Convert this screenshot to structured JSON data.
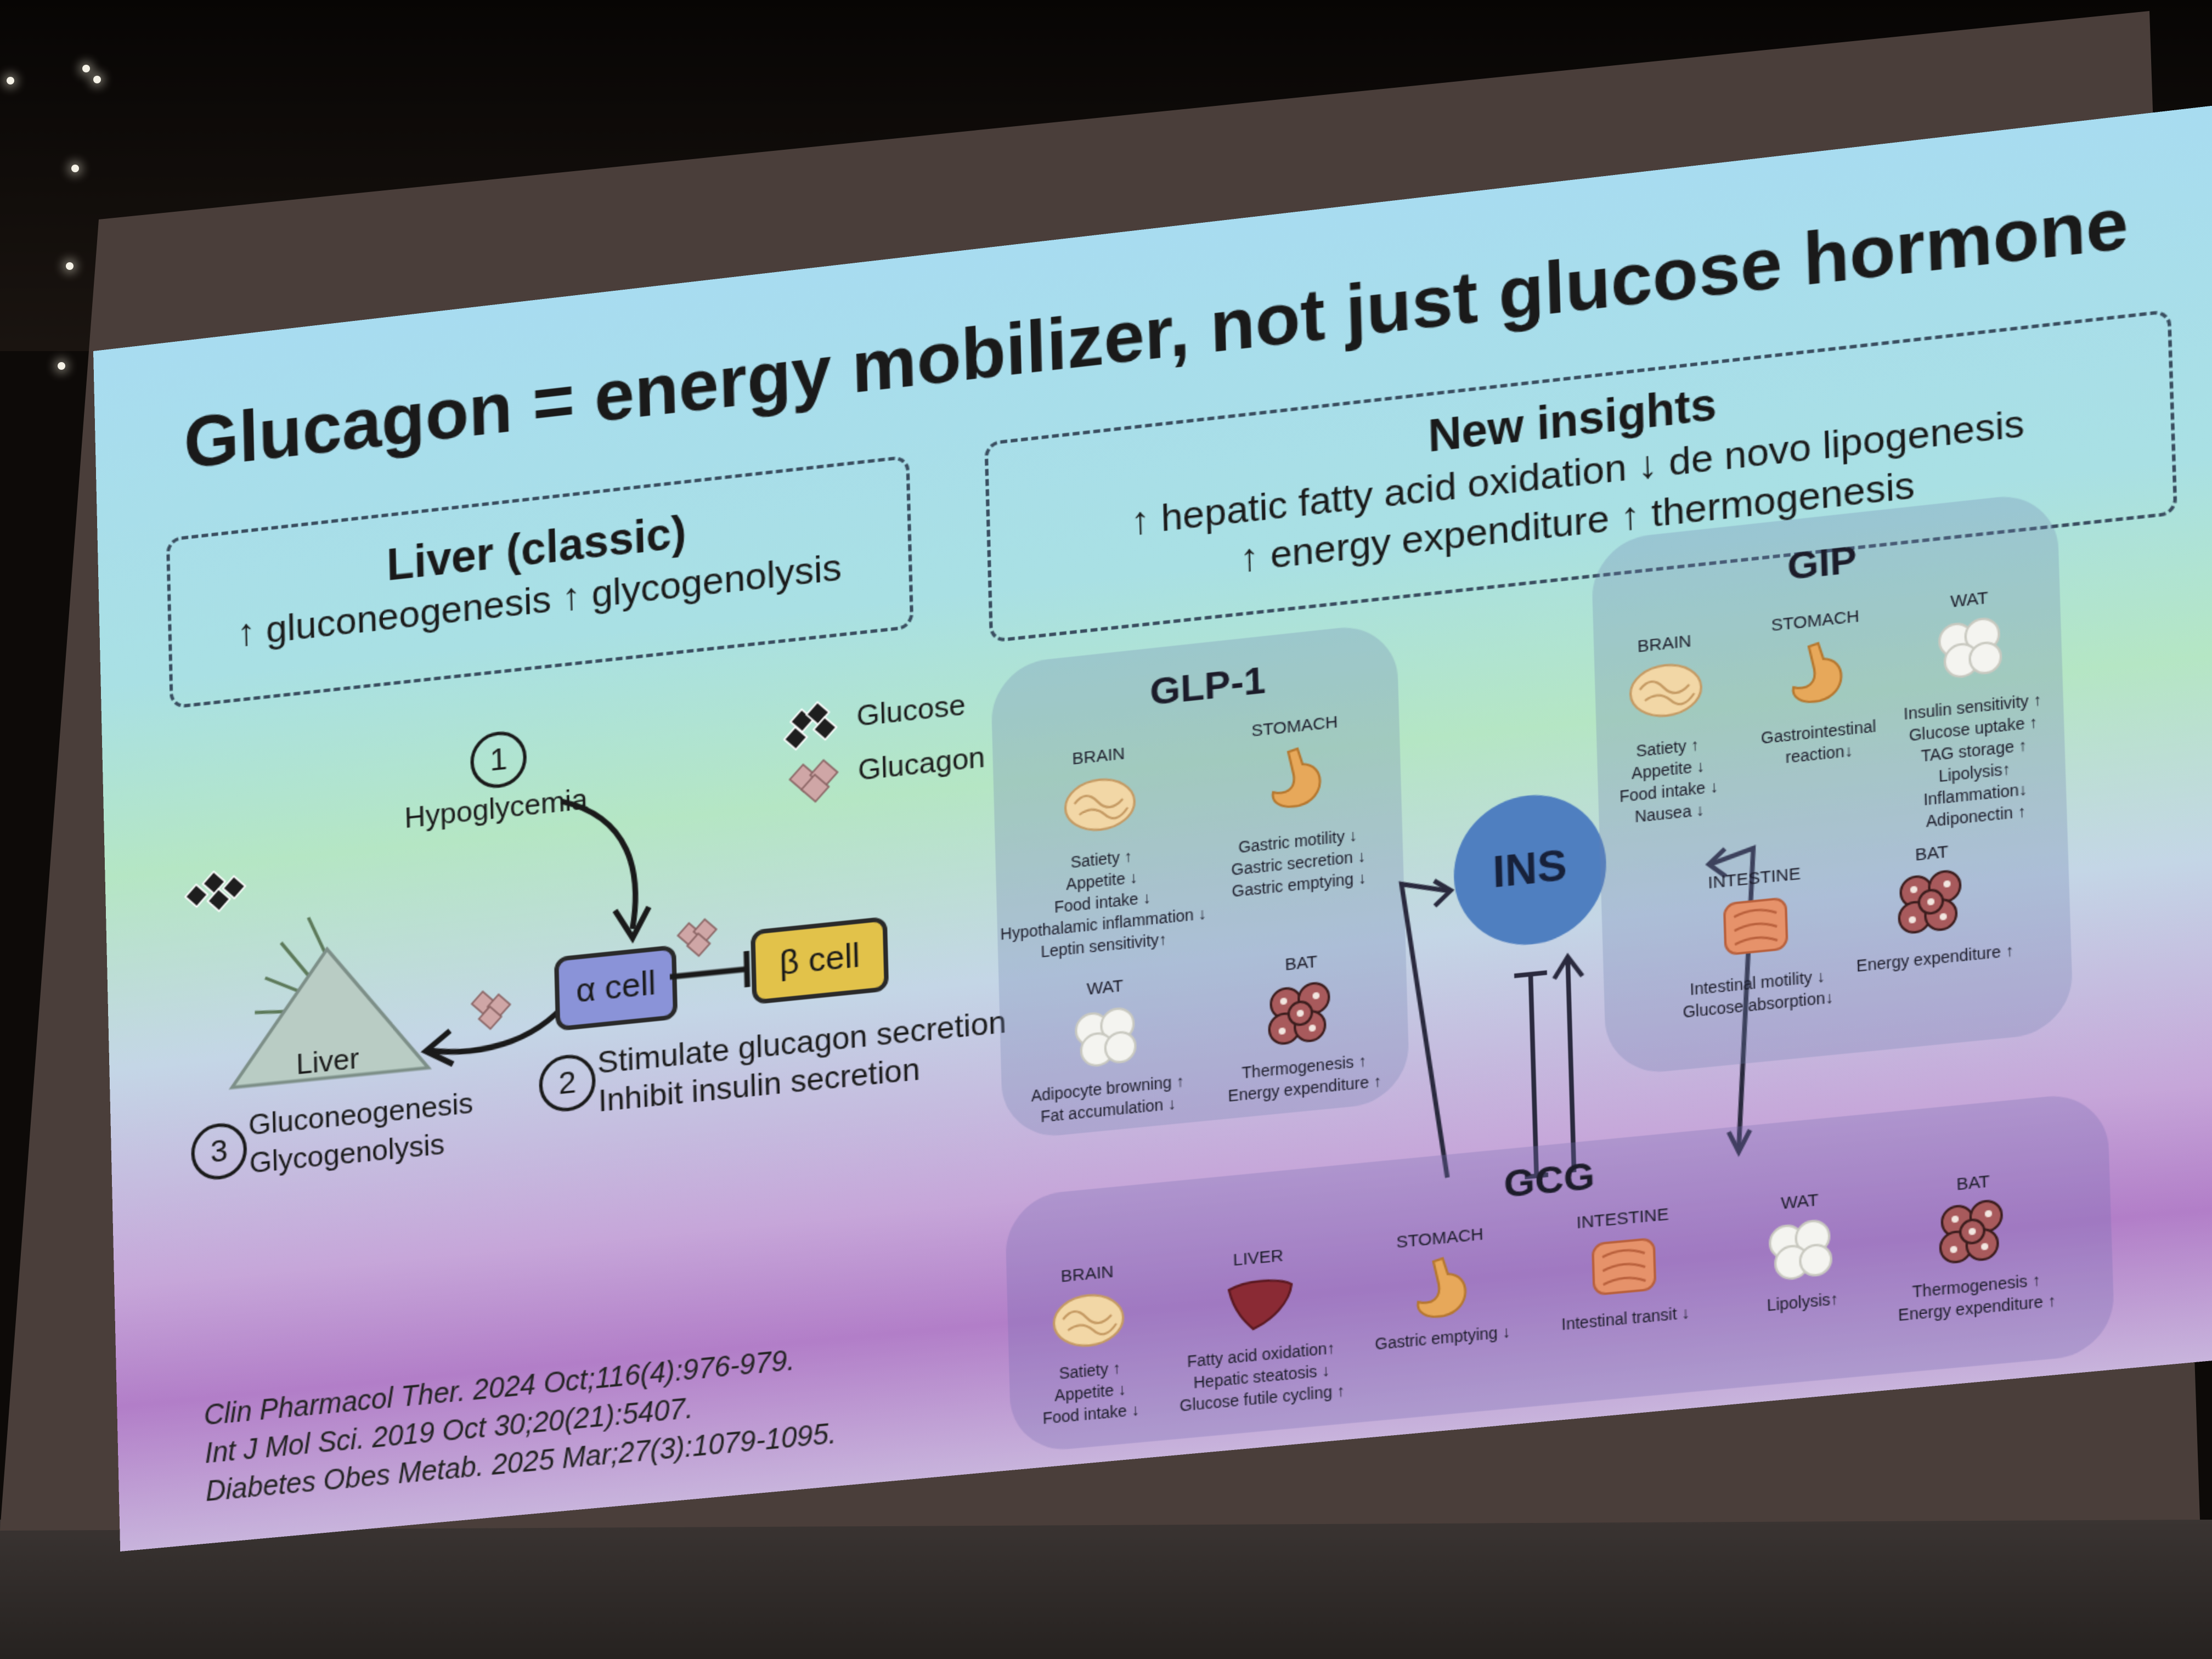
{
  "slide": {
    "title": "Glucagon = energy mobilizer, not just glucose hormone",
    "liver_box": {
      "heading": "Liver (classic)",
      "line": "↑ gluconeogenesis  ↑ glycogenolysis"
    },
    "insights_box": {
      "heading": "New insights",
      "line1": "↑ hepatic fatty acid oxidation  ↓ de novo lipogenesis",
      "line2": "↑ energy expenditure  ↑ thermogenesis"
    },
    "mechanism": {
      "step1_number": "1",
      "step1_label": "Hypoglycemia",
      "alpha_cell": "α cell",
      "beta_cell": "β cell",
      "liver": "Liver",
      "step2_number": "2",
      "step2_line1": "Stimulate glucagon secretion",
      "step2_line2": "Inhibit insulin secretion",
      "step3_number": "3",
      "step3_line1": "Gluconeogenesis",
      "step3_line2": "Glycogenolysis",
      "legend_glucose": "Glucose",
      "legend_glucagon": "Glucagon"
    },
    "glp1": {
      "title": "GLP-1",
      "brain_label": "BRAIN",
      "brain_effects": [
        "Satiety ↑",
        "Appetite ↓",
        "Food intake ↓",
        "Hypothalamic inflammation ↓",
        "Leptin sensitivity↑"
      ],
      "stomach_label": "STOMACH",
      "stomach_effects": [
        "Gastric motility ↓",
        "Gastric secretion ↓",
        "Gastric emptying ↓"
      ],
      "wat_label": "WAT",
      "wat_effects": [
        "Adipocyte browning ↑",
        "Fat accumulation ↓"
      ],
      "bat_label": "BAT",
      "bat_effects": [
        "Thermogenesis ↑",
        "Energy expenditure ↑"
      ]
    },
    "ins_label": "INS",
    "gip": {
      "title": "GIP",
      "brain_label": "BRAIN",
      "brain_effects": [
        "Satiety ↑",
        "Appetite ↓",
        "Food intake ↓",
        "Nausea ↓"
      ],
      "stomach_label": "STOMACH",
      "stomach_effects": [
        "Gastrointestinal",
        "reaction↓"
      ],
      "wat_label": "WAT",
      "wat_effects": [
        "Insulin sensitivity ↑",
        "Glucose uptake ↑",
        "TAG storage ↑",
        "Lipolysis↑",
        "Inflammation↓",
        "Adiponectin ↑"
      ],
      "intestine_label": "INTESTINE",
      "intestine_effects": [
        "Intestinal motility ↓",
        "Glucose absorption↓"
      ],
      "bat_label": "BAT",
      "bat_effects": [
        "Energy expenditure ↑"
      ]
    },
    "gcg": {
      "title": "GCG",
      "brain_label": "BRAIN",
      "brain_effects": [
        "Satiety ↑",
        "Appetite ↓",
        "Food intake ↓"
      ],
      "liver_label": "LIVER",
      "liver_effects": [
        "Fatty acid oxidation↑",
        "Hepatic steatosis ↓",
        "Glucose futile cycling ↑"
      ],
      "stomach_label": "STOMACH",
      "stomach_effects": [
        "Gastric emptying ↓"
      ],
      "intestine_label": "INTESTINE",
      "intestine_effects": [
        "Intestinal transit ↓"
      ],
      "wat_label": "WAT",
      "wat_effects": [
        "Lipolysis↑"
      ],
      "bat_label": "BAT",
      "bat_effects": [
        "Thermogenesis ↑",
        "Energy expenditure ↑"
      ]
    },
    "references": [
      "Clin Pharmacol Ther. 2024 Oct;116(4):976-979.",
      "Int J Mol Sci. 2019 Oct 30;20(21):5407.",
      "Diabetes Obes Metab. 2025 Mar;27(3):1079-1095."
    ]
  },
  "colors": {
    "alpha_cell": "#8a93d8",
    "beta_cell": "#e2c24a",
    "liver_triangle": "#b9ccc4",
    "ins_circle": "#4f7fc0",
    "brain_icon": "#f2d7a6",
    "stomach_icon": "#e7a85a",
    "liver_icon": "#8a2a34",
    "intestine_icon": "#e6926a",
    "wat_icon": "#f4f4f0",
    "bat_icon": "#a85a5c"
  },
  "icons": [
    "brain-icon",
    "stomach-icon",
    "liver-icon",
    "intestine-icon",
    "wat-icon",
    "bat-icon",
    "glucose-icon",
    "glucagon-icon"
  ]
}
